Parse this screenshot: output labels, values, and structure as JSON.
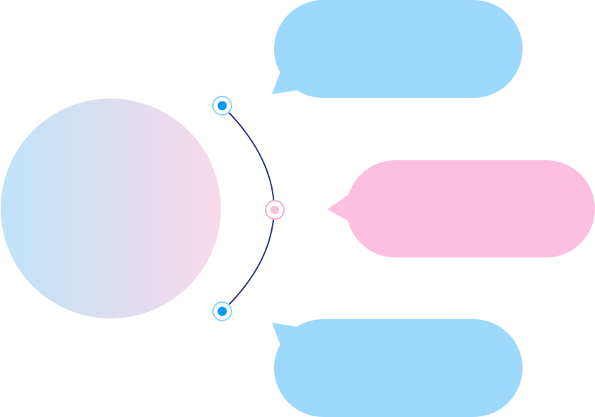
{
  "diagram": {
    "colors": {
      "bubble_blue": "#9dd9fd",
      "bubble_pink": "#fdbfdf",
      "arc": "#2e3a7c",
      "dot_blue": "#0a9cf5",
      "ring_blue": "#8fd3f7",
      "dot_pink": "#f7bfd9",
      "ring_pink": "#f6a9cb",
      "circle_gradient_start": "#bfe3f8",
      "circle_gradient_end": "#f8d9e8"
    },
    "nodes": [
      {
        "name": "top-node",
        "color_key": "blue"
      },
      {
        "name": "middle-node",
        "color_key": "pink"
      },
      {
        "name": "bottom-node",
        "color_key": "blue"
      }
    ],
    "bubbles": [
      {
        "name": "speech-bubble-top",
        "text": ""
      },
      {
        "name": "speech-bubble-middle",
        "text": ""
      },
      {
        "name": "speech-bubble-bottom",
        "text": ""
      }
    ]
  }
}
